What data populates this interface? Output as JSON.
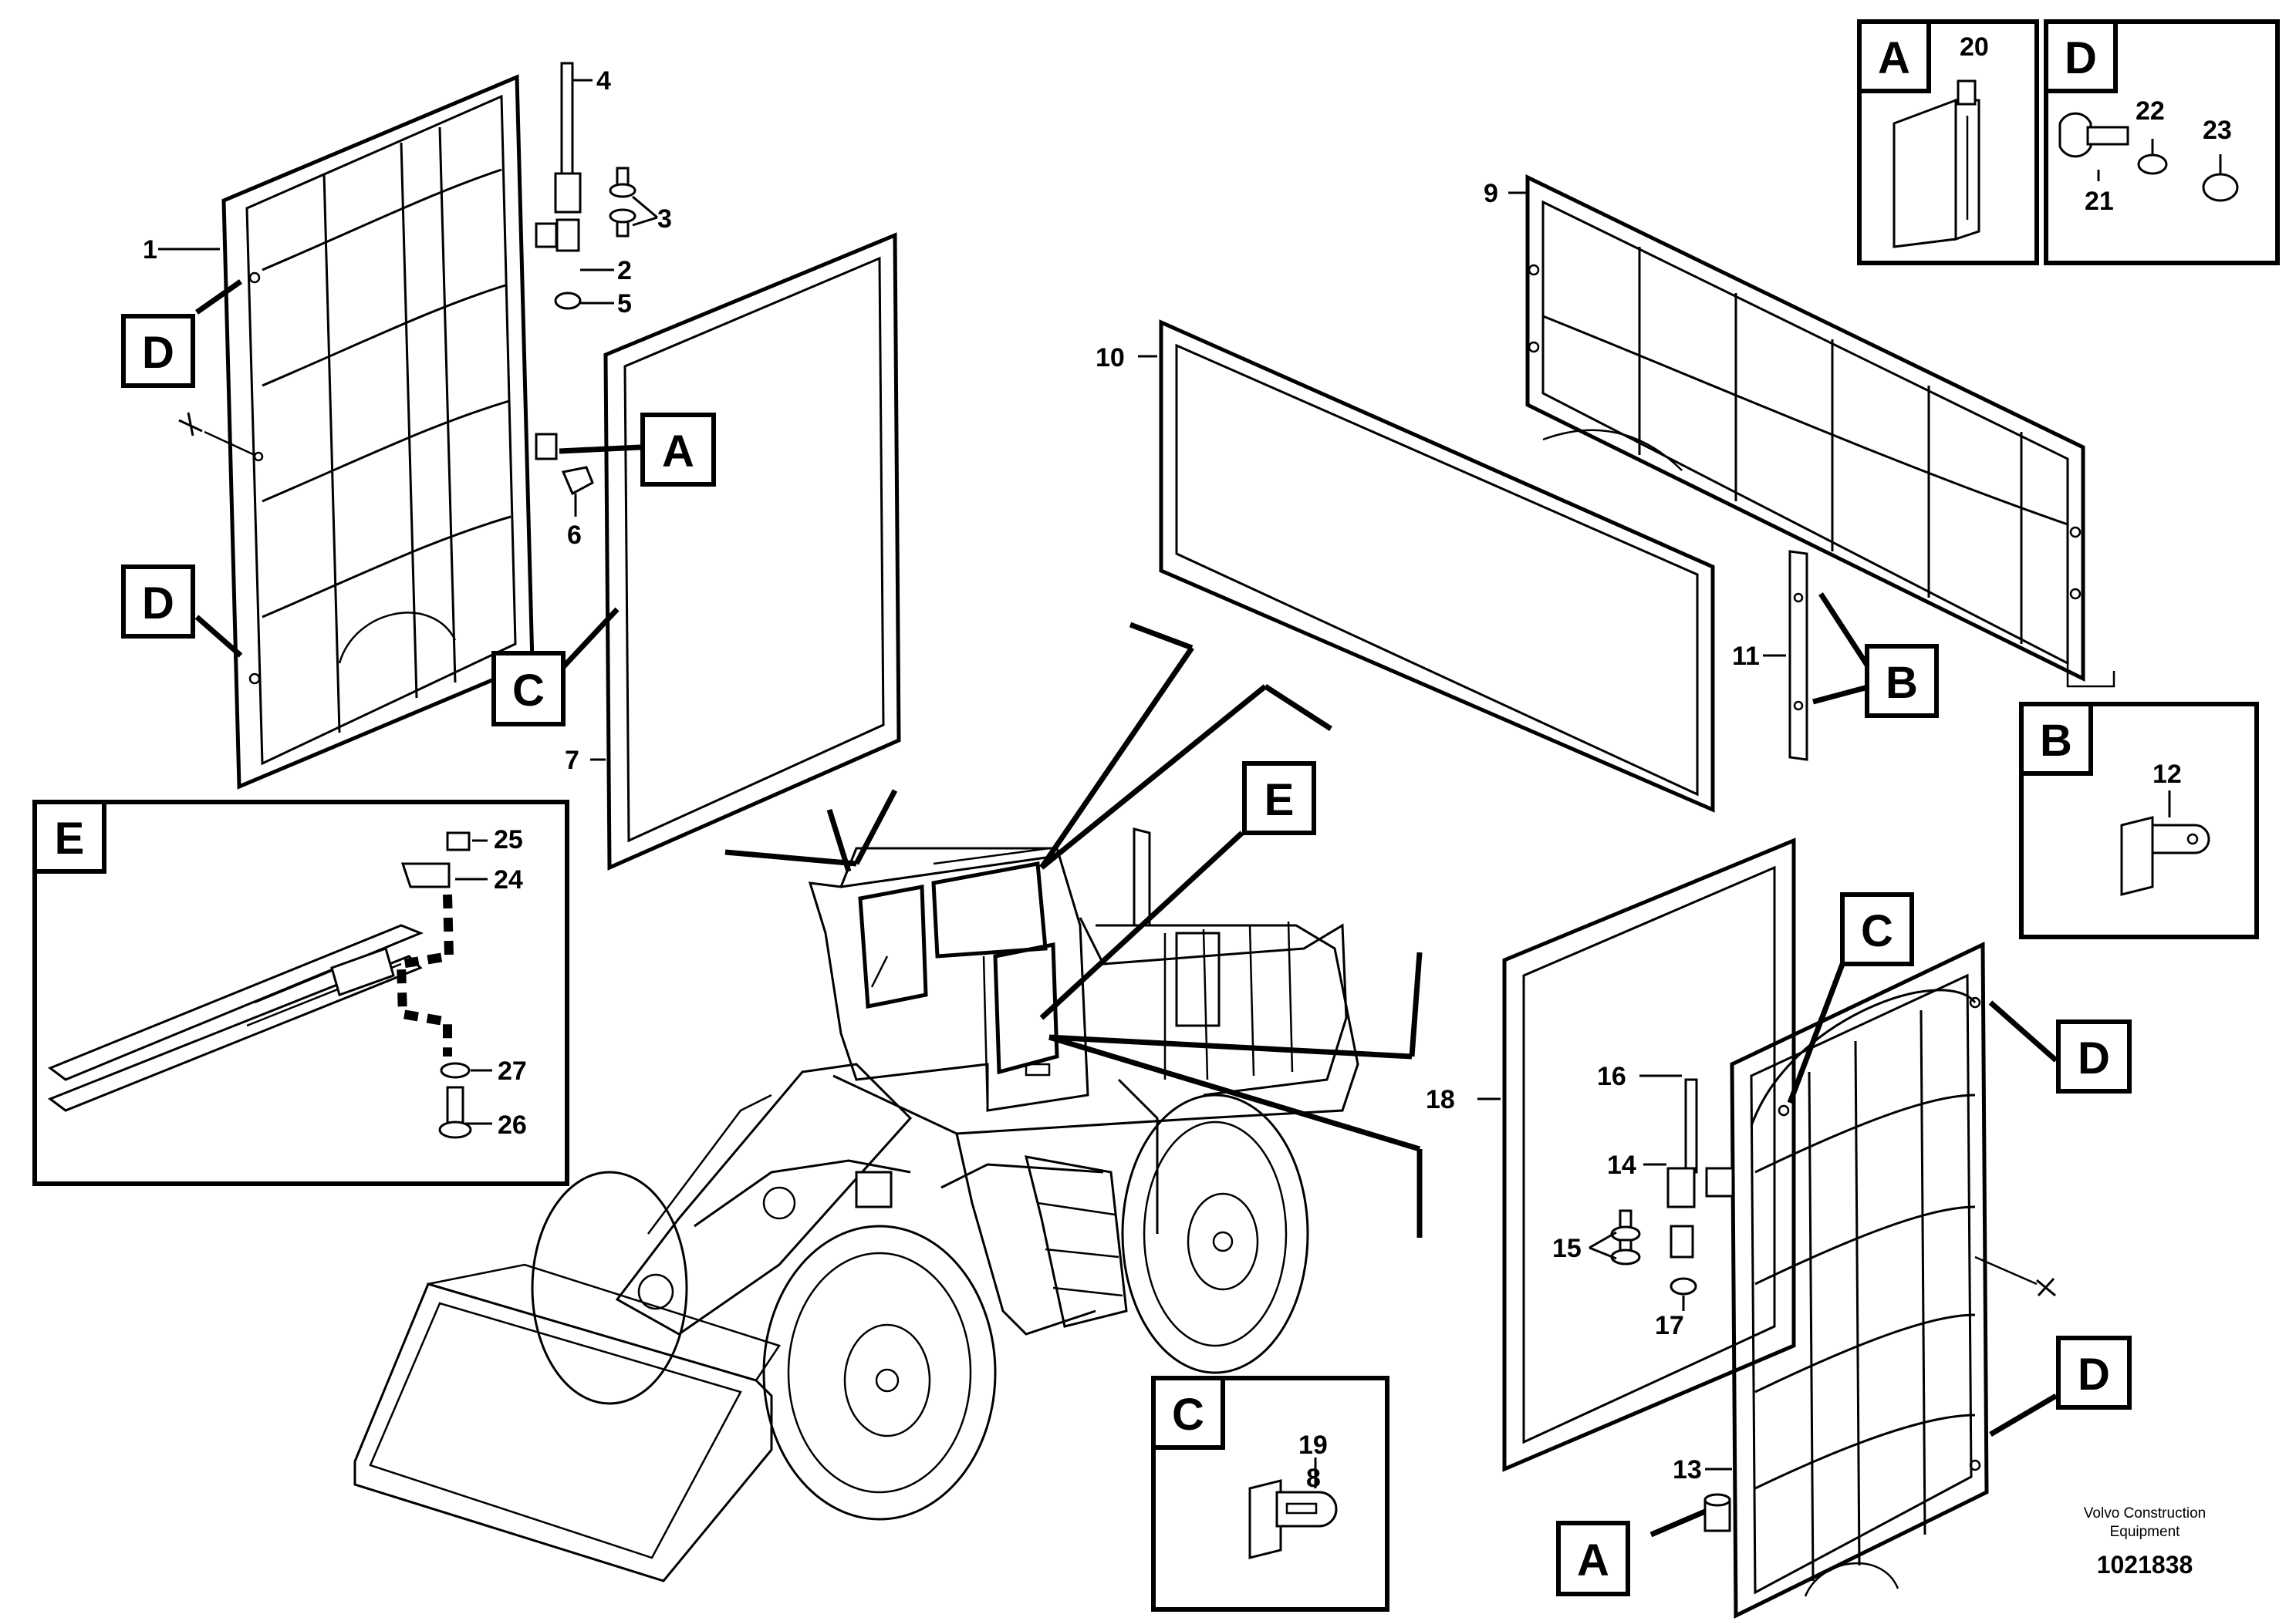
{
  "title_block": {
    "brand": "Volvo Construction",
    "brand_line2": "Equipment",
    "drawing_number": "1021838"
  },
  "detail_tags": {
    "A": "A",
    "B": "B",
    "C": "C",
    "D": "D",
    "E": "E"
  },
  "part_numbers": {
    "p1": "1",
    "p2": "2",
    "p3": "3",
    "p4": "4",
    "p5": "5",
    "p6": "6",
    "p7": "7",
    "p8": "8",
    "p9": "9",
    "p10": "10",
    "p11": "11",
    "p12": "12",
    "p13": "13",
    "p14": "14",
    "p15": "15",
    "p16": "16",
    "p17": "17",
    "p18": "18",
    "p19": "19",
    "p20": "20",
    "p21": "21",
    "p22": "22",
    "p23": "23",
    "p24": "24",
    "p25": "25",
    "p26": "26",
    "p27": "27"
  }
}
